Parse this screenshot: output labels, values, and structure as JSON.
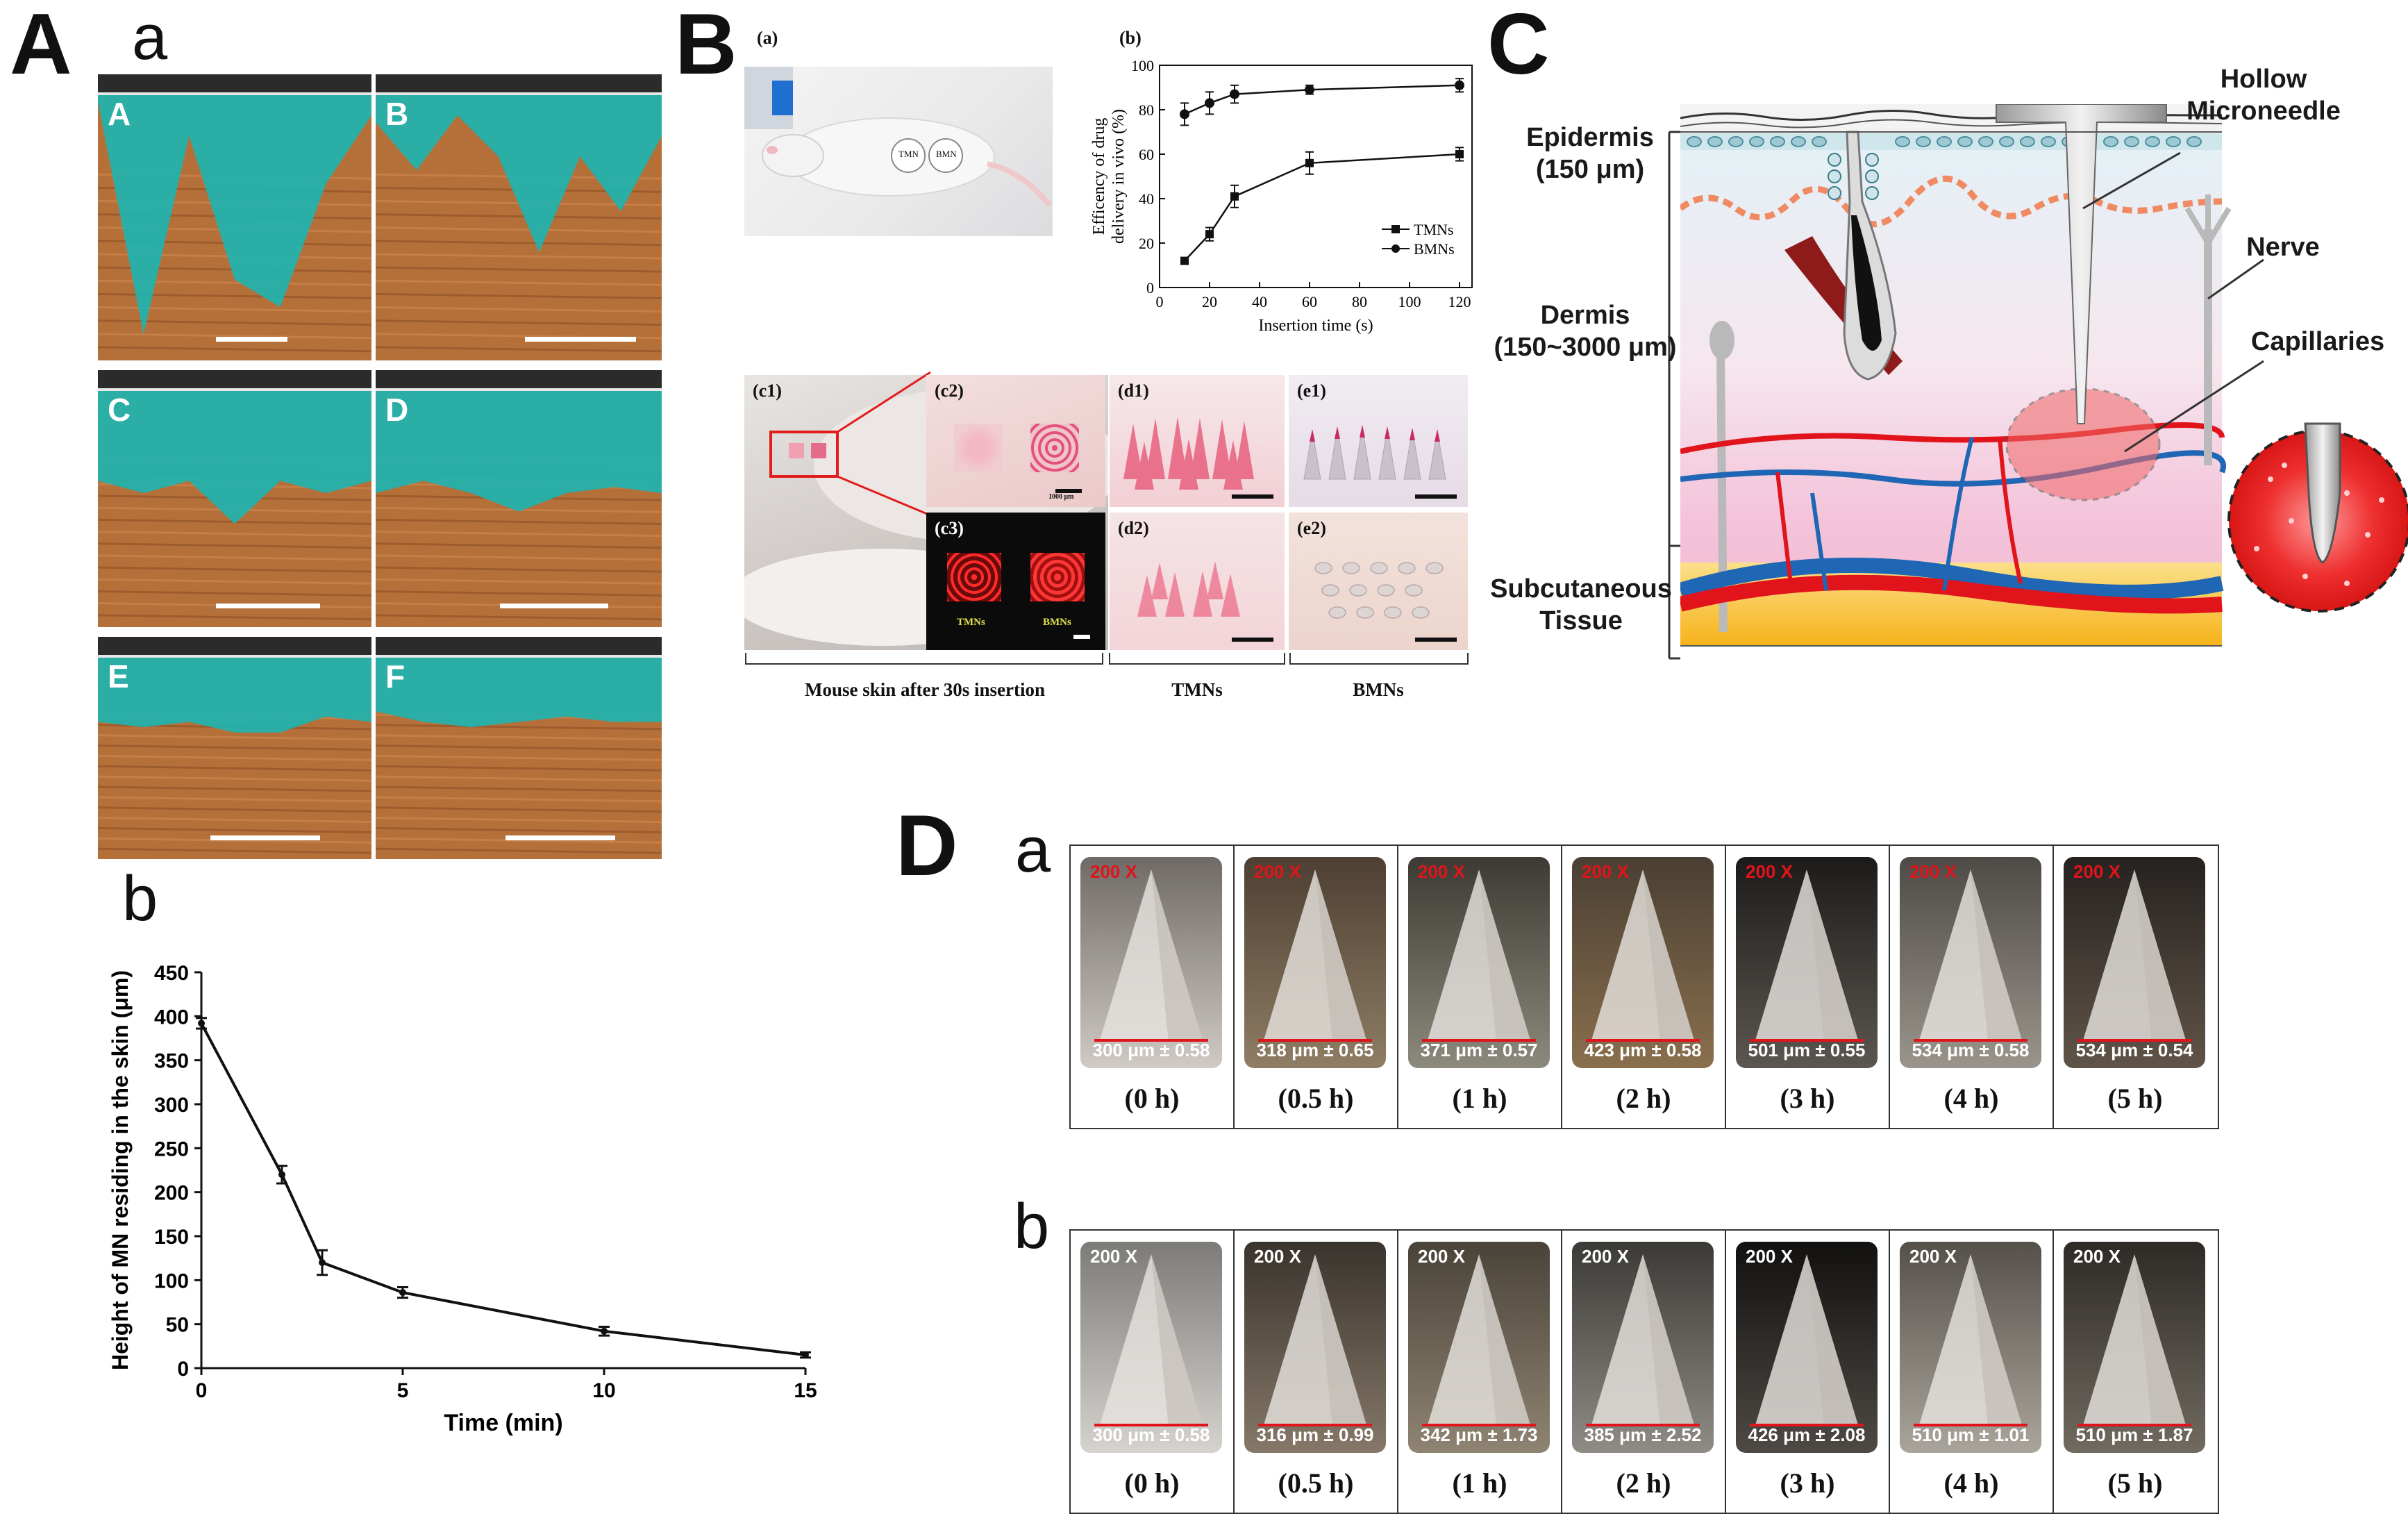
{
  "panels": {
    "A": "A",
    "A_a": "a",
    "A_b": "b",
    "B": "B",
    "C": "C",
    "D": "D",
    "D_a": "a",
    "D_b": "b"
  },
  "oct_tiles": [
    {
      "label": "A"
    },
    {
      "label": "B"
    },
    {
      "label": "C"
    },
    {
      "label": "D"
    },
    {
      "label": "E"
    },
    {
      "label": "F"
    }
  ],
  "chart_data": [
    {
      "type": "line",
      "x": [
        0,
        2,
        3,
        5,
        10,
        15
      ],
      "y": [
        392,
        220,
        120,
        86,
        42,
        15
      ],
      "yerr": [
        6,
        10,
        14,
        6,
        5,
        3
      ],
      "xlabel": "Time (min)",
      "ylabel": "Height of MN residing in the skin (μm)",
      "xlim": [
        0,
        15
      ],
      "ylim": [
        0,
        450
      ],
      "xticks": [
        "0",
        "5",
        "10",
        "15"
      ],
      "xtick_values": [
        0,
        5,
        10,
        15
      ],
      "yticks": [
        "0",
        "50",
        "100",
        "150",
        "200",
        "250",
        "300",
        "350",
        "400",
        "450"
      ],
      "ytick_values": [
        0,
        50,
        100,
        150,
        200,
        250,
        300,
        350,
        400,
        450
      ]
    },
    {
      "type": "line",
      "xlabel": "Insertion time (s)",
      "ylabel_line1": "Efficency of drug",
      "ylabel_line2": "delivery in vivo (%)",
      "xlim": [
        0,
        125
      ],
      "ylim": [
        0,
        100
      ],
      "xticks": [
        "0",
        "20",
        "40",
        "60",
        "80",
        "100",
        "120"
      ],
      "xtick_values": [
        0,
        20,
        40,
        60,
        80,
        100,
        120
      ],
      "yticks": [
        "0",
        "20",
        "40",
        "60",
        "80",
        "100"
      ],
      "ytick_values": [
        0,
        20,
        40,
        60,
        80,
        100
      ],
      "series": [
        {
          "name": "TMNs",
          "x": [
            10,
            20,
            30,
            60,
            120
          ],
          "y": [
            12,
            24,
            41,
            56,
            60
          ],
          "yerr": [
            1,
            3,
            5,
            5,
            3
          ],
          "marker": "square"
        },
        {
          "name": "BMNs",
          "x": [
            10,
            20,
            30,
            60,
            120
          ],
          "y": [
            78,
            83,
            87,
            89,
            91
          ],
          "yerr": [
            5,
            5,
            4,
            2,
            3
          ],
          "marker": "circle"
        }
      ],
      "legend": "bottom-right"
    }
  ],
  "panel_B": {
    "a_label": "(a)",
    "b_label": "(b)",
    "photo_labels": [
      "TMN",
      "BMN"
    ],
    "c1": "(c1)",
    "c2": "(c2)",
    "c3": "(c3)",
    "d1": "(d1)",
    "d2": "(d2)",
    "e1": "(e1)",
    "e2": "(e2)",
    "scale_text": "1000 μm",
    "c3_tmn": "TMNs",
    "c3_bmn": "BMNs",
    "caption_1": "Mouse skin after 30s insertion",
    "caption_2": "TMNs",
    "caption_3": "BMNs"
  },
  "panel_C": {
    "epidermis": "Epidermis",
    "epidermis_size": "(150 μm)",
    "dermis": "Dermis",
    "dermis_size": "(150~3000 μm)",
    "subcut_1": "Subcutaneous",
    "subcut_2": "Tissue",
    "hollow_1": "Hollow",
    "hollow_2": "Microneedle",
    "nerve": "Nerve",
    "capillaries": "Capillaries"
  },
  "panel_D": {
    "magnification": "200 X",
    "row_a": [
      {
        "meas": "300 μm ± 0.58",
        "time": "(0 h)"
      },
      {
        "meas": "318 μm ± 0.65",
        "time": "(0.5 h)"
      },
      {
        "meas": "371 μm ± 0.57",
        "time": "(1 h)"
      },
      {
        "meas": "423 μm ± 0.58",
        "time": "(2 h)"
      },
      {
        "meas": "501 μm ± 0.55",
        "time": "(3 h)"
      },
      {
        "meas": "534 μm ± 0.58",
        "time": "(4 h)"
      },
      {
        "meas": "534 μm ± 0.54",
        "time": "(5 h)"
      }
    ],
    "row_b": [
      {
        "meas": "300 μm ± 0.58",
        "time": "(0 h)"
      },
      {
        "meas": "316 μm ± 0.99",
        "time": "(0.5 h)"
      },
      {
        "meas": "342 μm ± 1.73",
        "time": "(1 h)"
      },
      {
        "meas": "385 μm ± 2.52",
        "time": "(2 h)"
      },
      {
        "meas": "426 μm ± 2.08",
        "time": "(3 h)"
      },
      {
        "meas": "510 μm ± 1.01",
        "time": "(4 h)"
      },
      {
        "meas": "510 μm ± 1.87",
        "time": "(5 h)"
      }
    ]
  },
  "colors": {
    "skin_cyan": "#1fb3b0",
    "tissue_orange": "#b5703a",
    "mn_red": "#e0141a",
    "pink_mn": "#e85c7a"
  }
}
